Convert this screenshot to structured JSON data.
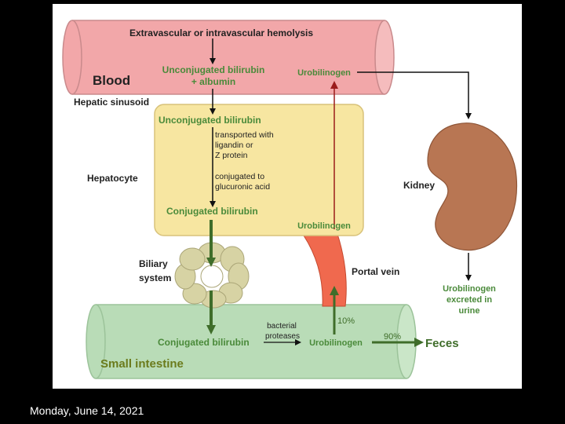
{
  "diagram": {
    "blood": {
      "label": "Blood",
      "hemolysis": "Extravascular or intravascular hemolysis",
      "unconj_line1": "Unconjugated bilirubin",
      "unconj_line2": "+ albumin",
      "urobilinogen": "Urobilinogen"
    },
    "hepatic_sinusoid": "Hepatic sinusoid",
    "hepatocyte": {
      "label": "Hepatocyte",
      "unconjugated": "Unconjugated bilirubin",
      "transport_lines": [
        "transported with",
        "ligandin or",
        "Z protein"
      ],
      "conj_lines": [
        "conjugated to",
        "glucuronic acid"
      ],
      "conjugated": "Conjugated bilirubin",
      "urobilinogen": "Urobilinogen"
    },
    "kidney": {
      "label": "Kidney",
      "excreted_lines": [
        "Urobilinogen",
        "excreted in",
        "urine"
      ]
    },
    "biliary": {
      "line1": "Biliary",
      "line2": "system"
    },
    "portal_vein": "Portal vein",
    "intestine": {
      "label": "Small intestine",
      "conjugated": "Conjugated bilirubin",
      "bacterial_lines": [
        "bacterial",
        "proteases"
      ],
      "urobilinogen": "Urobilinogen",
      "pct_10": "10%",
      "pct_90": "90%",
      "feces": "Feces"
    },
    "colors": {
      "blood_fill": "#f2a7a9",
      "hepatocyte_fill": "#f7e6a1",
      "intestine_fill": "#b9dcb7",
      "kidney_fill": "#b87653",
      "portal_fill": "#f0694e",
      "biliary_fill": "#d7d3a4",
      "green_text": "#4a8a3a",
      "arrow_green": "#3f6d2a",
      "arrow_red": "#9b1b1b",
      "small_intestine_text": "#6b7b1c"
    }
  },
  "footer": {
    "date": "Monday, June 14, 2021"
  }
}
